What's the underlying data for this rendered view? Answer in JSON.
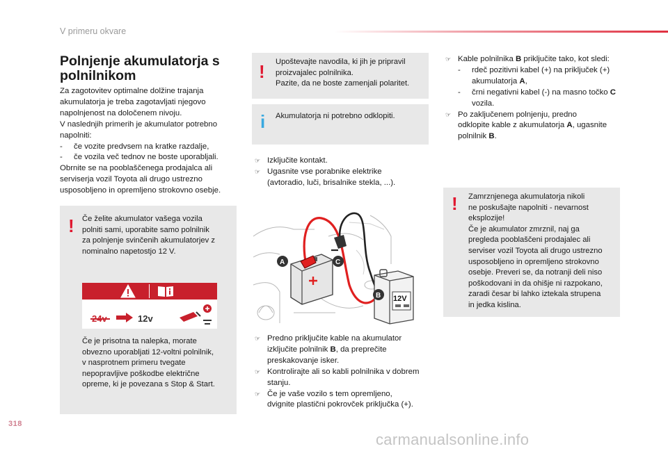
{
  "header": {
    "section": "V primeru okvare"
  },
  "title_line1": "Polnjenje akumulatorja s",
  "title_line2": "polnilnikom",
  "intro": {
    "l1": "Za zagotovitev optimalne dolžine trajanja",
    "l2": "akumulatorja je treba zagotavljati njegovo",
    "l3": "napolnjenost na določenem nivoju.",
    "l4": "V naslednjih primerih je akumulator potrebno",
    "l5": "napolniti:",
    "b1_dash": "-",
    "b1": "če vozite predvsem na kratke razdalje,",
    "b2_dash": "-",
    "b2": "če vozila več tednov ne boste uporabljali.",
    "l6": "Obrnite se na pooblaščenega prodajalca ali",
    "l7": "serviserja vozil Toyota ali drugo ustrezno",
    "l8": "usposobljeno in opremljeno strokovno osebje."
  },
  "warn_box_left": {
    "l1": "Če želite akumulator vašega vozila",
    "l2": "polniti sami, uporabite samo polnilnik",
    "l3": "za polnjenje svinčenih akumulatorjev z",
    "l4": "nominalno napetostjo 12 V.",
    "sticker_24v": "24v",
    "sticker_12v": "12v",
    "p2_l1": "Če je prisotna ta nalepka, morate",
    "p2_l2": "obvezno uporabljati 12-voltni polnilnik,",
    "p2_l3": "v nasprotnem primeru tvegate",
    "p2_l4": "nepopravljive poškodbe električne",
    "p2_l5": "opreme, ki je povezana s Stop & Start."
  },
  "warn_box_mid": {
    "l1": "Upoštevajte navodila, ki jih je pripravil",
    "l2": "proizvajalec polnilnika.",
    "l3": "Pazite, da ne boste zamenjali polaritet."
  },
  "info_box_mid": {
    "l1": "Akumulatorja ni potrebno odklopiti."
  },
  "steps_top": {
    "s1": "Izključite kontakt.",
    "s2_l1": "Ugasnite vse porabnike elektrike",
    "s2_l2": "(avtoradio, luči, brisalnike stekla, ...)."
  },
  "diagram": {
    "label_a": "A",
    "label_b": "B",
    "label_c": "C",
    "charger_voltage": "12V"
  },
  "steps_bottom": {
    "s1_l1": "Predno priključite kable na akumulator",
    "s1_l2a": "izključite polnilnik ",
    "s1_l2b": "B",
    "s1_l2c": ", da preprečite",
    "s1_l3": "preskakovanje isker.",
    "s2_l1": "Kontrolirajte ali so kabli polnilnika v dobrem",
    "s2_l2": "stanju.",
    "s3_l1": "Če je vaše vozilo s tem opremljeno,",
    "s3_l2": "dvignite plastični pokrovček priključka (+)."
  },
  "right_steps": {
    "s1_a": "Kable polnilnika ",
    "s1_b": "B",
    "s1_c": " priključite tako, kot sledi:",
    "d1_l1": "rdeč pozitivni kabel (+) na priključek (+)",
    "d1_l2a": "akumulatorja ",
    "d1_l2b": "A",
    "d1_l2c": ",",
    "d2_l1a": "črni negativni kabel (-) na masno točko ",
    "d2_l1b": "C",
    "d2_l2": "vozila.",
    "s2_l1": "Po zaključenem polnjenju, predno",
    "s2_l2a": "odklopite kable z akumulatorja ",
    "s2_l2b": "A",
    "s2_l2c": ", ugasnite",
    "s2_l3a": "polnilnik ",
    "s2_l3b": "B",
    "s2_l3c": "."
  },
  "warn_box_right": {
    "l1": "Zamrznjenega akumulatorja nikoli",
    "l2": "ne poskušajte napolniti - nevarnost",
    "l3": "eksplozije!",
    "l4": "Če je akumulator zmrznil, naj ga",
    "l5": "pregleda pooblaščeni prodajalec ali",
    "l6": "serviser vozil Toyota ali drugo ustrezno",
    "l7": "usposobljeno in opremljeno strokovno",
    "l8": "osebje. Preveri se, da notranji deli niso",
    "l9": "poškodovani in da ohišje ni razpokano,",
    "l10": "zaradi česar bi lahko iztekala strupena",
    "l11": "in jedka kislina."
  },
  "footer": {
    "page_number": "318",
    "watermark": "carmanualsonline.info"
  },
  "colors": {
    "warning_red": "#e01830",
    "info_blue": "#39a9e0",
    "box_gray": "#e8e8e8",
    "cable_red": "#e02020"
  }
}
